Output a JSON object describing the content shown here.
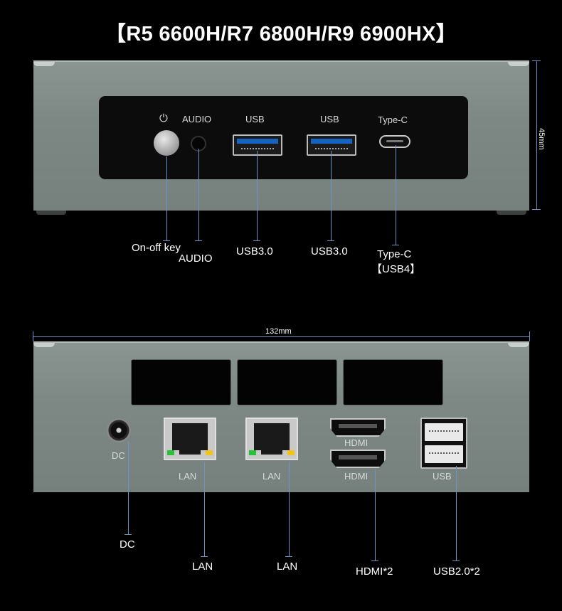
{
  "title": "【R5 6600H/R7 6800H/R9 6900HX】",
  "front": {
    "panel_labels": {
      "audio": "AUDIO",
      "usb_left": "USB",
      "usb_right": "USB",
      "typec": "Type-C"
    },
    "callouts": {
      "power": "On-off key",
      "audio": "AUDIO",
      "usb_left": "USB3.0",
      "usb_right": "USB3.0",
      "typec_line1": "Type-C",
      "typec_line2": "【USB4】"
    },
    "height_dim": "45mm"
  },
  "back": {
    "width_dim": "132mm",
    "panel_labels": {
      "dc": "DC",
      "lan1": "LAN",
      "lan2": "LAN",
      "hdmi_top": "HDMI",
      "hdmi_bottom": "HDMI",
      "usb": "USB"
    },
    "callouts": {
      "dc": "DC",
      "lan1": "LAN",
      "lan2": "LAN",
      "hdmi": "HDMI*2",
      "usb": "USB2.0*2"
    }
  },
  "colors": {
    "background": "#000000",
    "chassis": "#7d8885",
    "callout_line": "#6f93c8",
    "usb3_blue": "#1565c0",
    "lan_led_green": "#27c23a",
    "lan_led_yellow": "#f2c318"
  }
}
